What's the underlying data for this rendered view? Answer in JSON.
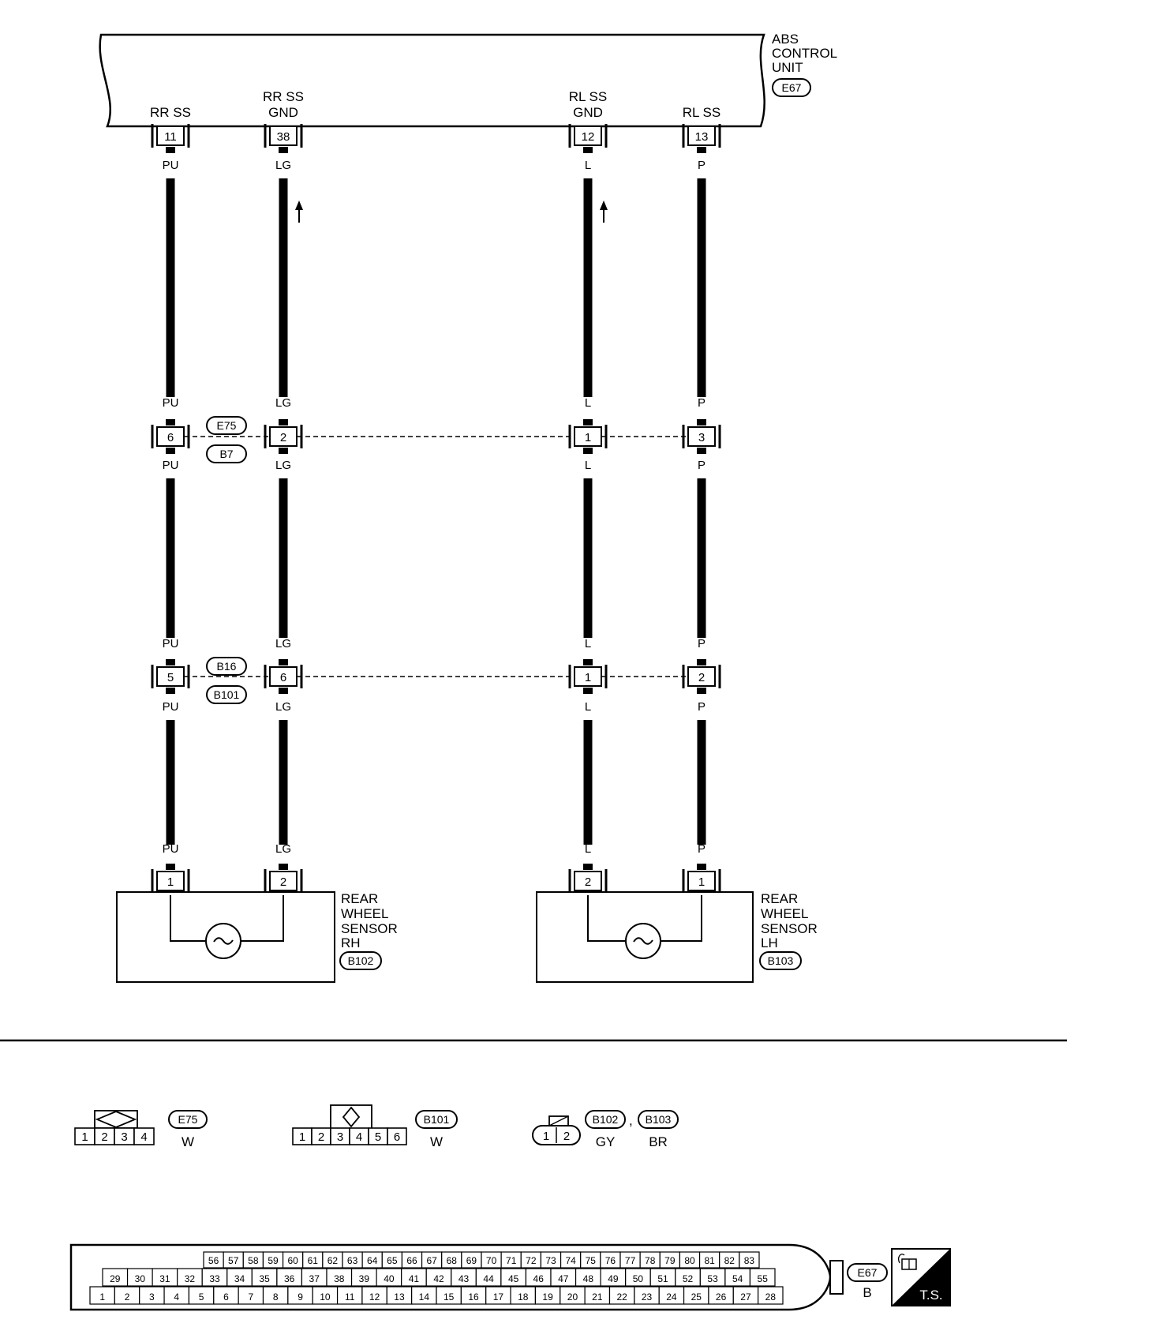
{
  "abs": {
    "title": [
      "ABS",
      "CONTROL",
      "UNIT"
    ],
    "id": "E67",
    "terminals": [
      {
        "name": [
          "RR SS"
        ],
        "pin": "11"
      },
      {
        "name": [
          "RR SS",
          "GND"
        ],
        "pin": "38"
      },
      {
        "name": [
          "RL SS",
          "GND"
        ],
        "pin": "12"
      },
      {
        "name": [
          "RL SS"
        ],
        "pin": "13"
      }
    ]
  },
  "wires": [
    "PU",
    "LG",
    "L",
    "P"
  ],
  "joint1": {
    "pins": [
      "6",
      "2",
      "1",
      "3"
    ],
    "ids": [
      "E75",
      "B7"
    ]
  },
  "joint2": {
    "pins": [
      "5",
      "6",
      "1",
      "2"
    ],
    "ids": [
      "B16",
      "B101"
    ]
  },
  "sensor_rh": {
    "label": [
      "REAR",
      "WHEEL",
      "SENSOR",
      "RH"
    ],
    "id": "B102",
    "pins": [
      "1",
      "2"
    ]
  },
  "sensor_lh": {
    "label": [
      "REAR",
      "WHEEL",
      "SENSOR",
      "LH"
    ],
    "id": "B103",
    "pins": [
      "2",
      "1"
    ]
  },
  "connectors": {
    "e75": {
      "id": "E75",
      "color": "W",
      "pins": [
        "1",
        "2",
        "3",
        "4"
      ]
    },
    "b101": {
      "id": "B101",
      "color": "W",
      "pins": [
        "1",
        "2",
        "3",
        "4",
        "5",
        "6"
      ]
    },
    "b102_b103": {
      "ids": [
        "B102",
        "B103"
      ],
      "separator": ",",
      "colors": [
        "GY",
        "BR"
      ],
      "pins": [
        "1",
        "2"
      ]
    },
    "e67": {
      "id": "E67",
      "color": "B",
      "row_top": [
        "56",
        "57",
        "58",
        "59",
        "60",
        "61",
        "62",
        "63",
        "64",
        "65",
        "66",
        "67",
        "68",
        "69",
        "70",
        "71",
        "72",
        "73",
        "74",
        "75",
        "76",
        "77",
        "78",
        "79",
        "80",
        "81",
        "82",
        "83"
      ],
      "row_mid": [
        "29",
        "30",
        "31",
        "32",
        "33",
        "34",
        "35",
        "36",
        "37",
        "38",
        "39",
        "40",
        "41",
        "42",
        "43",
        "44",
        "45",
        "46",
        "47",
        "48",
        "49",
        "50",
        "51",
        "52",
        "53",
        "54",
        "55"
      ],
      "row_bot": [
        "1",
        "2",
        "3",
        "4",
        "5",
        "6",
        "7",
        "8",
        "9",
        "10",
        "11",
        "12",
        "13",
        "14",
        "15",
        "16",
        "17",
        "18",
        "19",
        "20",
        "21",
        "22",
        "23",
        "24",
        "25",
        "26",
        "27",
        "28"
      ]
    }
  },
  "badge": "T.S."
}
